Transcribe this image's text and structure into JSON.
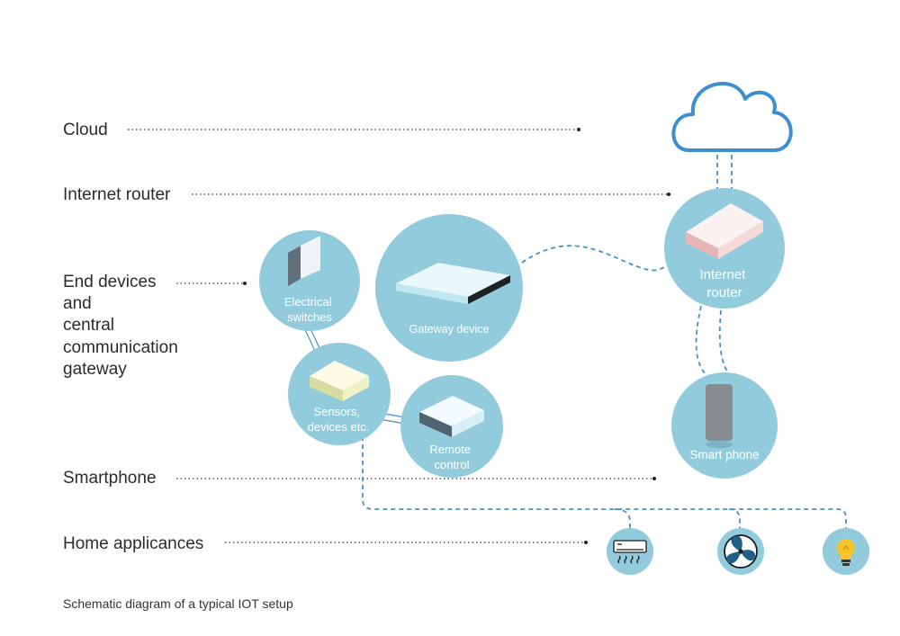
{
  "rows": {
    "cloud": "Cloud",
    "internet_router": "Internet router",
    "end_devices": [
      "End devices",
      "and",
      "central",
      "communication",
      "gateway"
    ],
    "smartphone": "Smartphone",
    "home_appliances": "Home applicances"
  },
  "nodes": {
    "electrical_switches": [
      "Electrical",
      "switches"
    ],
    "gateway_device": "Gateway device",
    "sensors": [
      "Sensors,",
      "devices etc."
    ],
    "remote_control": [
      "Remote",
      "control"
    ],
    "internet_router": [
      "Internet",
      "router"
    ],
    "smart_phone": "Smart phone"
  },
  "icons": {
    "cloud": "cloud-icon",
    "air_conditioner": "air-conditioner-icon",
    "fan": "fan-icon",
    "light_bulb": "light-bulb-icon"
  },
  "caption": "Schematic diagram of a typical IOT setup",
  "colors": {
    "node_fill": "#92cbdc",
    "connection": "#4a90c8",
    "cloud_stroke": "#3d8fd0"
  }
}
